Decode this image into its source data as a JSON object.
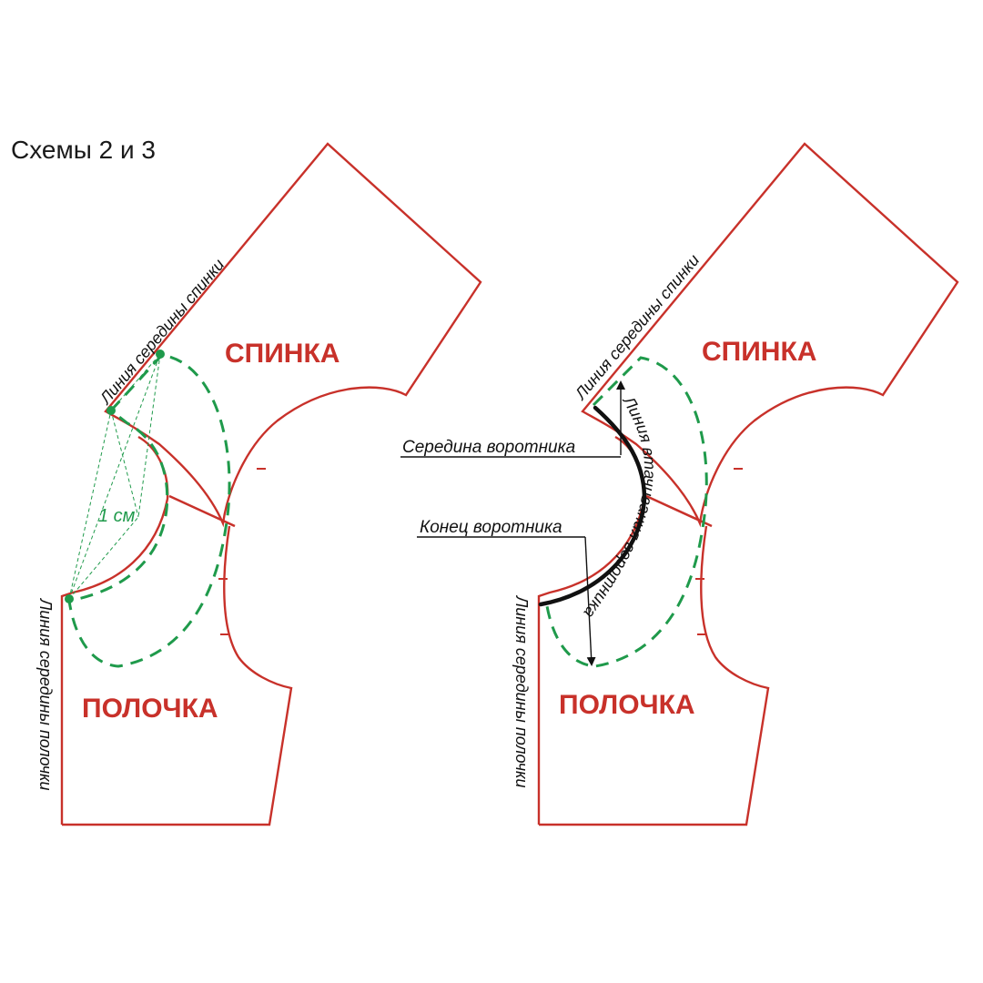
{
  "title": "Схемы 2 и 3",
  "colors": {
    "outline": "#c8312a",
    "collar": "#1f9a4b",
    "annotation": "#111111"
  },
  "scheme_2": {
    "back_label": "СПИНКА",
    "front_label": "ПОЛОЧКА",
    "back_center_line": "Линия середины спинки",
    "front_center_line": "Линия середины полочки",
    "measurement": "1 см"
  },
  "scheme_3": {
    "back_label": "СПИНКА",
    "front_label": "ПОЛОЧКА",
    "back_center_line": "Линия середины спинки",
    "front_center_line": "Линия середины полочки",
    "collar_middle": "Середина воротника",
    "collar_end": "Конец воротника",
    "collar_sew_line": "Линия втачивания воротника"
  }
}
